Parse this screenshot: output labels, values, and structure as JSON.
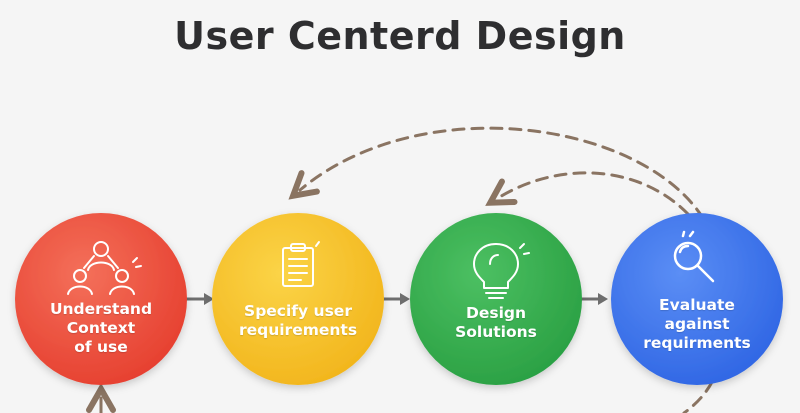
{
  "title": "User Centerd Design",
  "colors": {
    "background": "#f5f5f5",
    "title": "#2e2e30",
    "red": "#ee4e3a",
    "yellow": "#f6c12a",
    "green": "#36b04f",
    "blue": "#3f78ee",
    "arrow": "#6e6e6e",
    "dashed_arrow": "#8a7462"
  },
  "steps": [
    {
      "icon": "people-network-icon",
      "color": "red",
      "lines": [
        "Understand",
        "Context",
        "of use"
      ]
    },
    {
      "icon": "clipboard-checklist-icon",
      "color": "yellow",
      "lines": [
        "Specify user",
        "requirements"
      ]
    },
    {
      "icon": "lightbulb-icon",
      "color": "green",
      "lines": [
        "Design",
        "Solutions"
      ]
    },
    {
      "icon": "magnifier-icon",
      "color": "blue",
      "lines": [
        "Evaluate",
        "against",
        "requirments"
      ]
    }
  ]
}
